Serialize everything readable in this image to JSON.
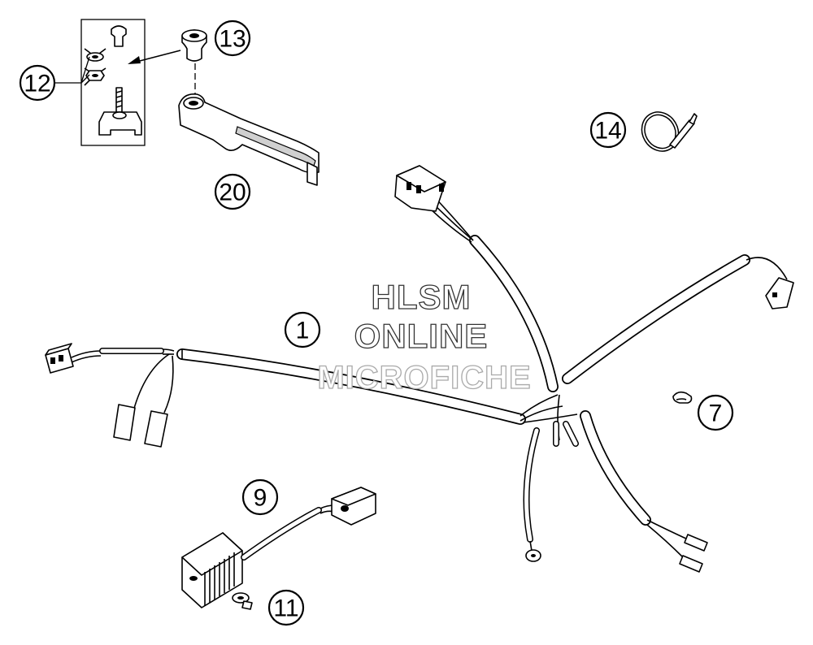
{
  "callouts": [
    {
      "id": "c1",
      "label": "1"
    },
    {
      "id": "c7",
      "label": "7"
    },
    {
      "id": "c9",
      "label": "9"
    },
    {
      "id": "c11",
      "label": "11"
    },
    {
      "id": "c12",
      "label": "12"
    },
    {
      "id": "c13",
      "label": "13"
    },
    {
      "id": "c14",
      "label": "14"
    },
    {
      "id": "c20",
      "label": "20"
    }
  ],
  "watermark": {
    "line1": "HLSM",
    "line2": "ONLINE",
    "line3": "MICROFICHE"
  }
}
